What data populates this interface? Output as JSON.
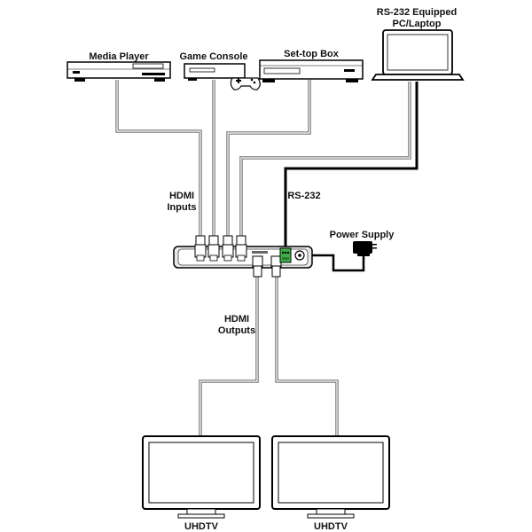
{
  "sources": {
    "media_player": "Media Player",
    "game_console": "Game Console",
    "settop_box": "Set-top Box",
    "laptop_line1": "RS-232 Equipped",
    "laptop_line2": "PC/Laptop"
  },
  "labels": {
    "hdmi_inputs_line1": "HDMI",
    "hdmi_inputs_line2": "Inputs",
    "rs232": "RS-232",
    "power_supply": "Power Supply",
    "hdmi_outputs_line1": "HDMI",
    "hdmi_outputs_line2": "Outputs"
  },
  "displays": {
    "left": "UHDTV",
    "right": "UHDTV"
  },
  "colors": {
    "cable_hdmi": "#777777",
    "cable_rs232": "#000000",
    "device_outline": "#000000",
    "terminal_green": "#3fae49"
  }
}
